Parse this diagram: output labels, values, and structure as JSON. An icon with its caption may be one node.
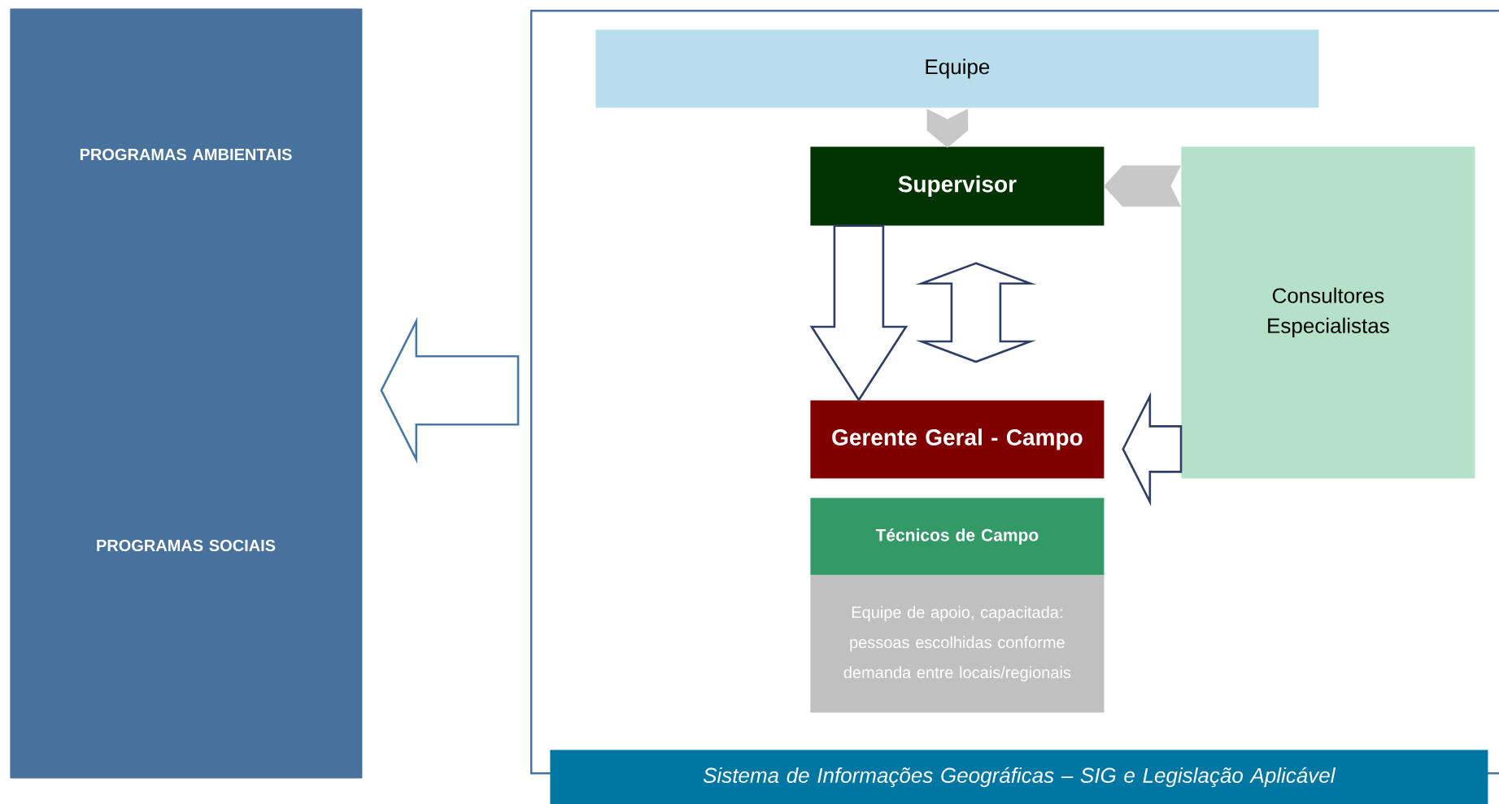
{
  "diagram": {
    "nodes": [
      {
        "text": [
          "PROGRAMAS AMBIENTAIS",
          "PROGRAMAS SOCIAIS"
        ]
      },
      {
        "text": [],
        "shape": "box"
      },
      {
        "text": [
          "Equipe"
        ],
        "in": 1
      },
      {
        "text": [
          "Supervisor"
        ],
        "in": 1
      },
      {
        "text": [
          "Consultores Especialistas"
        ],
        "in": 1
      },
      {
        "text": [
          "Gerente Geral - Campo"
        ],
        "in": 1
      },
      {
        "text": [
          "Técnicos de Campo"
        ],
        "in": 1
      },
      {
        "text": [
          "Equipe de apoio, capacitada: pessoas escolhidas conforme demanda entre locais/regionais"
        ],
        "in": 1
      },
      {
        "text": [
          "Sistema de Informações Geográficas – SIG e Legislação Aplicável"
        ]
      }
    ],
    "edges": [
      {
        "from": 1,
        "to": 0,
        "arrow": "to",
        "color": "#4a78a5"
      },
      {
        "from": 2,
        "to": 3,
        "arrow": "to",
        "color": "#c8c8c8"
      },
      {
        "from": 4,
        "to": 3,
        "arrow": "to",
        "color": "#c8c8c8"
      },
      {
        "from": 3,
        "to": 5,
        "arrow": "to"
      },
      {
        "from": 3,
        "to": 5,
        "arrow": "both"
      },
      {
        "from": 4,
        "to": 5,
        "arrow": "to"
      }
    ]
  }
}
